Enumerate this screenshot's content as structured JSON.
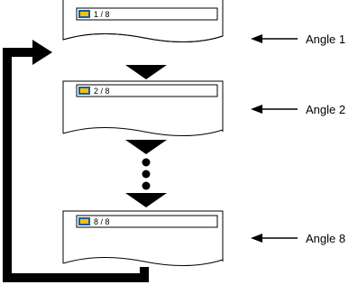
{
  "screens": [
    {
      "indicator": "1 / 8",
      "caption": "Angle 1"
    },
    {
      "indicator": "2 / 8",
      "caption": "Angle 2"
    },
    {
      "indicator": "8 / 8",
      "caption": "Angle 8"
    }
  ],
  "icons": {
    "angle": "camera-angle-icon"
  },
  "colors": {
    "ink": "#000000",
    "icon_fill": "#f2c400",
    "icon_border": "#1a5aa8"
  }
}
